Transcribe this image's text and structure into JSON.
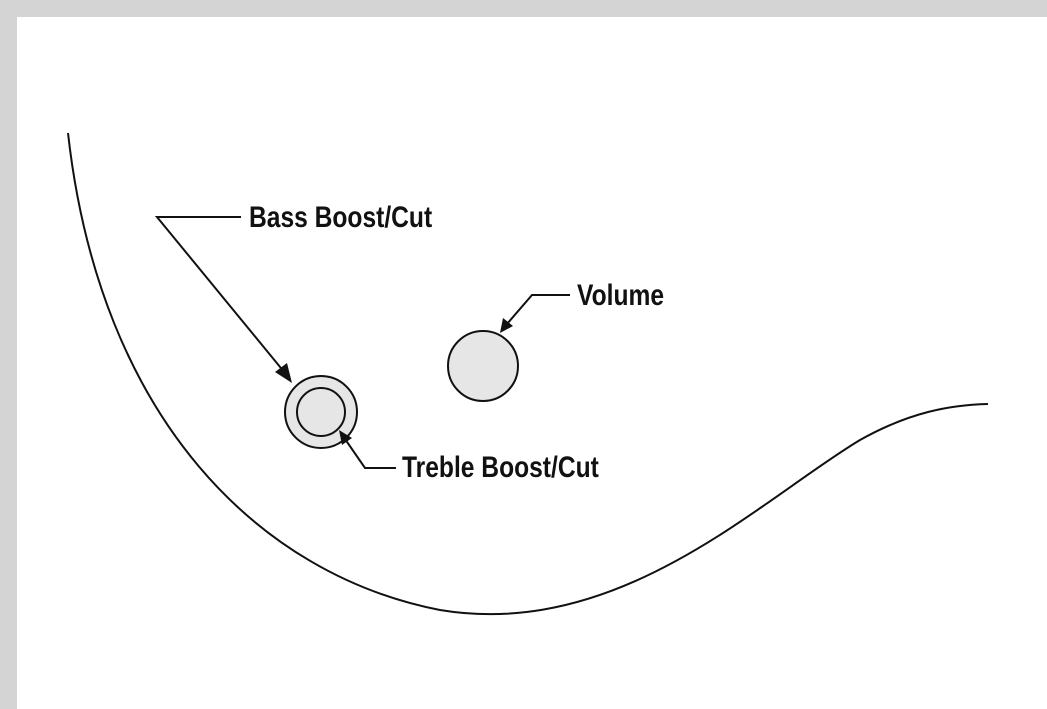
{
  "labels": {
    "bass": "Bass Boost/Cut",
    "volume": "Volume",
    "treble": "Treble Boost/Cut"
  },
  "colors": {
    "background_border": "#d4d4d4",
    "panel": "#ffffff",
    "line": "#111111",
    "knob_fill": "#e6e6e6"
  },
  "knobs": [
    {
      "name": "volume",
      "shape": "single circle"
    },
    {
      "name": "bass-treble",
      "shape": "concentric circles"
    }
  ]
}
